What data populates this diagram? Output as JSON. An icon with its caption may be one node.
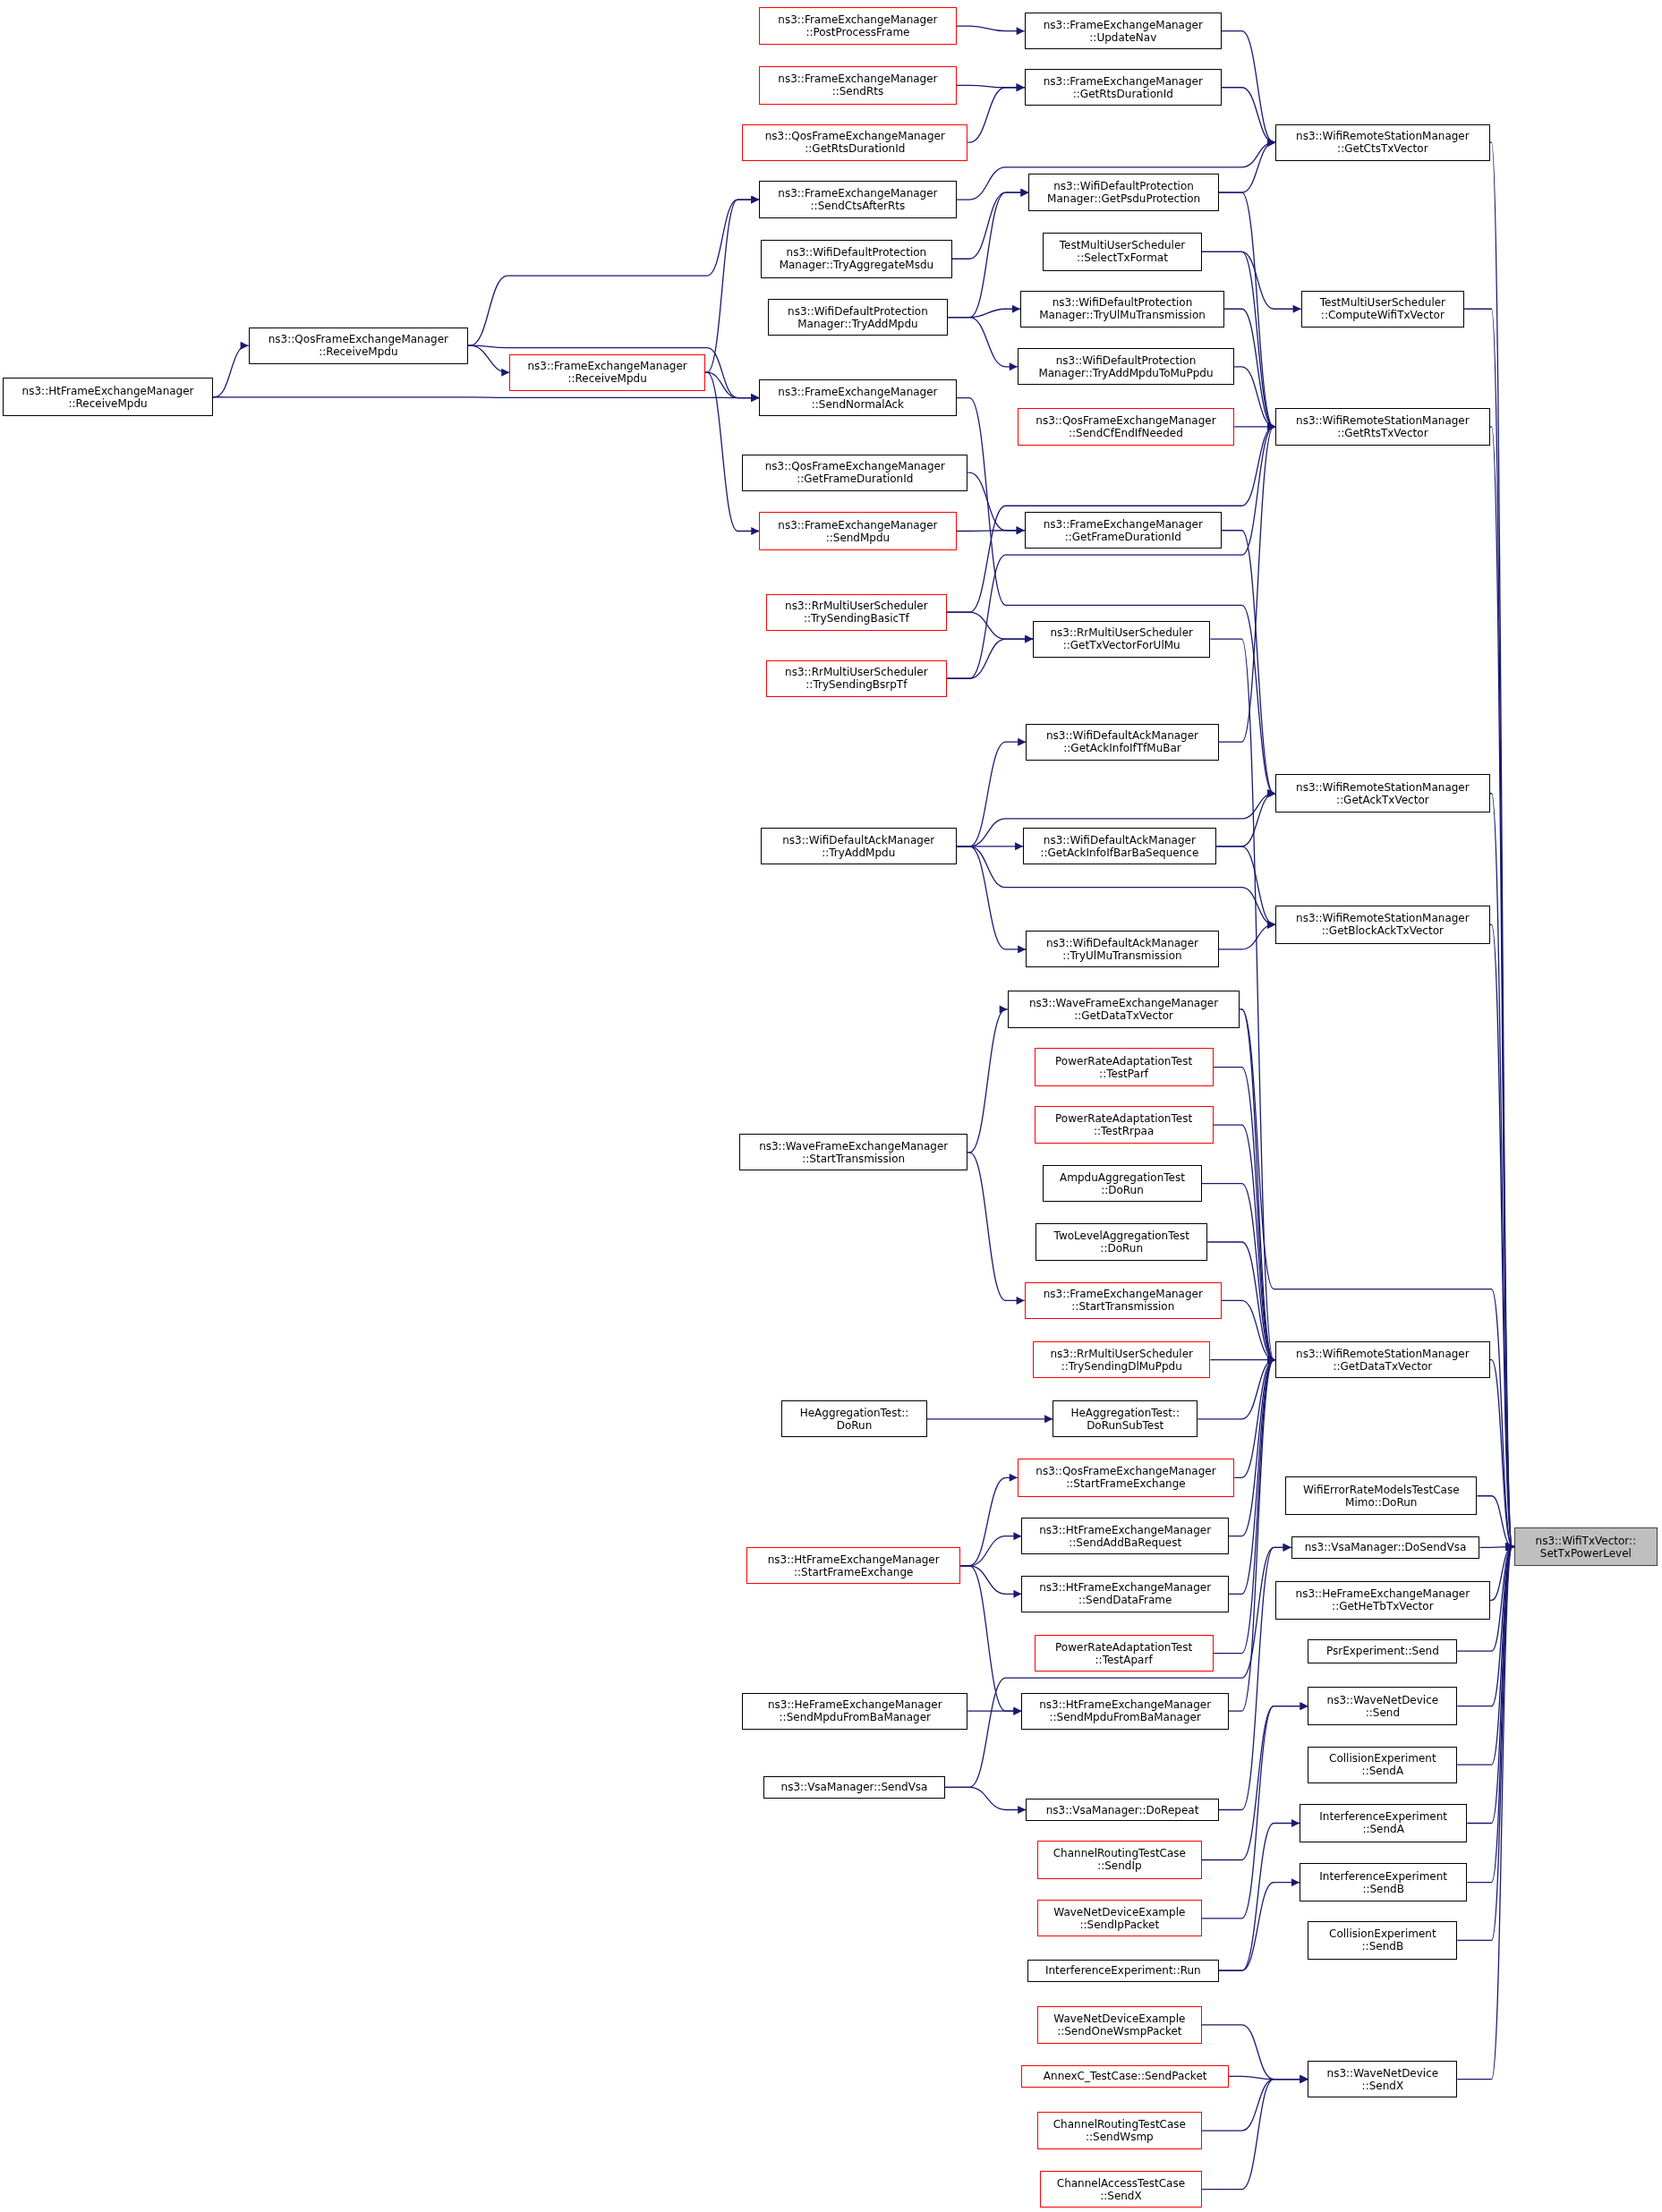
{
  "diagram": {
    "nodes": [
      {
        "text": [
          "ns3::HtFrameExchangeManager ::ReceiveMpdu"
        ]
      },
      {
        "text": [
          "ns3::QosFrameExchangeManager ::ReceiveMpdu"
        ]
      },
      {
        "text": [
          "ns3::FrameExchangeManager ::ReceiveMpdu"
        ]
      },
      {
        "text": [
          "ns3::FrameExchangeManager ::PostProcessFrame"
        ]
      },
      {
        "text": [
          "ns3::FrameExchangeManager ::SendRts"
        ]
      },
      {
        "text": [
          "ns3::QosFrameExchangeManager ::GetRtsDurationId"
        ]
      },
      {
        "text": [
          "ns3::FrameExchangeManager ::SendCtsAfterRts"
        ]
      },
      {
        "text": [
          "ns3::WifiDefaultProtection Manager::TryAggregateMsdu"
        ]
      },
      {
        "text": [
          "ns3::WifiDefaultProtection Manager::TryAddMpdu"
        ]
      },
      {
        "text": [
          "ns3::FrameExchangeManager ::SendNormalAck"
        ]
      },
      {
        "text": [
          "ns3::QosFrameExchangeManager ::GetFrameDurationId"
        ]
      },
      {
        "text": [
          "ns3::FrameExchangeManager ::SendMpdu"
        ]
      },
      {
        "text": [
          "ns3::RrMultiUserScheduler ::TrySendingBasicTf"
        ]
      },
      {
        "text": [
          "ns3::RrMultiUserScheduler ::TrySendingBsrpTf"
        ]
      },
      {
        "text": [
          "ns3::WifiDefaultAckManager ::TryAddMpdu"
        ]
      },
      {
        "text": [
          "ns3::WaveFrameExchangeManager ::StartTransmission"
        ]
      },
      {
        "text": [
          "HeAggregationTest:: DoRun"
        ]
      },
      {
        "text": [
          "ns3::HtFrameExchangeManager ::StartFrameExchange"
        ]
      },
      {
        "text": [
          "ns3::HeFrameExchangeManager ::SendMpduFromBaManager"
        ]
      },
      {
        "text": [
          "ns3::VsaManager::SendVsa"
        ]
      },
      {
        "text": [
          "ns3::FrameExchangeManager ::UpdateNav"
        ]
      },
      {
        "text": [
          "ns3::FrameExchangeManager ::GetRtsDurationId"
        ]
      },
      {
        "text": [
          "ns3::WifiDefaultProtection Manager::GetPsduProtection"
        ]
      },
      {
        "text": [
          "TestMultiUserScheduler ::SelectTxFormat"
        ]
      },
      {
        "text": [
          "ns3::WifiDefaultProtection Manager::TryUlMuTransmission"
        ]
      },
      {
        "text": [
          "ns3::WifiDefaultProtection Manager::TryAddMpduToMuPpdu"
        ]
      },
      {
        "text": [
          "ns3::QosFrameExchangeManager ::SendCfEndIfNeeded"
        ]
      },
      {
        "text": [
          "ns3::FrameExchangeManager ::GetFrameDurationId"
        ]
      },
      {
        "text": [
          "ns3::RrMultiUserScheduler ::GetTxVectorForUlMu"
        ]
      },
      {
        "text": [
          "ns3::WifiDefaultAckManager ::GetAckInfoIfTfMuBar"
        ]
      },
      {
        "text": [
          "ns3::WifiDefaultAckManager ::GetAckInfoIfBarBaSequence"
        ]
      },
      {
        "text": [
          "ns3::WifiDefaultAckManager ::TryUlMuTransmission"
        ]
      },
      {
        "text": [
          "ns3::WaveFrameExchangeManager ::GetDataTxVector"
        ]
      },
      {
        "text": [
          "PowerRateAdaptationTest ::TestParf"
        ]
      },
      {
        "text": [
          "PowerRateAdaptationTest ::TestRrpaa"
        ]
      },
      {
        "text": [
          "AmpduAggregationTest ::DoRun"
        ]
      },
      {
        "text": [
          "TwoLevelAggregationTest ::DoRun"
        ]
      },
      {
        "text": [
          "ns3::FrameExchangeManager ::StartTransmission"
        ]
      },
      {
        "text": [
          "ns3::RrMultiUserScheduler ::TrySendingDlMuPpdu"
        ]
      },
      {
        "text": [
          "HeAggregationTest:: DoRunSubTest"
        ]
      },
      {
        "text": [
          "ns3::QosFrameExchangeManager ::StartFrameExchange"
        ]
      },
      {
        "text": [
          "ns3::HtFrameExchangeManager ::SendAddBaRequest"
        ]
      },
      {
        "text": [
          "ns3::HtFrameExchangeManager ::SendDataFrame"
        ]
      },
      {
        "text": [
          "PowerRateAdaptationTest ::TestAparf"
        ]
      },
      {
        "text": [
          "ns3::HtFrameExchangeManager ::SendMpduFromBaManager"
        ]
      },
      {
        "text": [
          "ns3::VsaManager::DoRepeat"
        ]
      },
      {
        "text": [
          "ChannelRoutingTestCase ::SendIp"
        ]
      },
      {
        "text": [
          "WaveNetDeviceExample ::SendIpPacket"
        ]
      },
      {
        "text": [
          "InterferenceExperiment::Run"
        ]
      },
      {
        "text": [
          "WaveNetDeviceExample ::SendOneWsmpPacket"
        ]
      },
      {
        "text": [
          "AnnexC_TestCase::SendPacket"
        ]
      },
      {
        "text": [
          "ChannelRoutingTestCase ::SendWsmp"
        ]
      },
      {
        "text": [
          "ChannelAccessTestCase ::SendX"
        ]
      },
      {
        "text": [
          "ns3::WifiRemoteStationManager ::GetCtsTxVector"
        ]
      },
      {
        "text": [
          "TestMultiUserScheduler ::ComputeWifiTxVector"
        ]
      },
      {
        "text": [
          "ns3::WifiRemoteStationManager ::GetRtsTxVector"
        ]
      },
      {
        "text": [
          "ns3::WifiRemoteStationManager ::GetAckTxVector"
        ]
      },
      {
        "text": [
          "ns3::WifiRemoteStationManager ::GetBlockAckTxVector"
        ]
      },
      {
        "text": [
          "ns3::WifiRemoteStationManager ::GetDataTxVector"
        ]
      },
      {
        "text": [
          "WifiErrorRateModelsTestCase Mimo::DoRun"
        ]
      },
      {
        "text": [
          "ns3::VsaManager::DoSendVsa"
        ]
      },
      {
        "text": [
          "ns3::HeFrameExchangeManager ::GetHeTbTxVector"
        ]
      },
      {
        "text": [
          "PsrExperiment::Send"
        ]
      },
      {
        "text": [
          "ns3::WaveNetDevice ::Send"
        ]
      },
      {
        "text": [
          "CollisionExperiment ::SendA"
        ]
      },
      {
        "text": [
          "InterferenceExperiment ::SendA"
        ]
      },
      {
        "text": [
          "InterferenceExperiment ::SendB"
        ]
      },
      {
        "text": [
          "CollisionExperiment ::SendB"
        ]
      },
      {
        "text": [
          "ns3::WaveNetDevice ::SendX"
        ]
      },
      {
        "text": [
          "ns3::WifiTxVector:: SetTxPowerLevel"
        ]
      }
    ],
    "edges": [
      {
        "from": 0,
        "to": 1,
        "arrow": "to"
      },
      {
        "from": 0,
        "to": 9,
        "arrow": "to"
      },
      {
        "from": 1,
        "to": 2,
        "arrow": "to"
      },
      {
        "from": 1,
        "to": 6,
        "arrow": "to"
      },
      {
        "from": 1,
        "to": 9,
        "arrow": "to"
      },
      {
        "from": 2,
        "to": 6,
        "arrow": "to"
      },
      {
        "from": 2,
        "to": 9,
        "arrow": "to"
      },
      {
        "from": 2,
        "to": 11,
        "arrow": "to"
      },
      {
        "from": 3,
        "to": 20,
        "arrow": "to"
      },
      {
        "from": 4,
        "to": 21,
        "arrow": "to"
      },
      {
        "from": 5,
        "to": 21,
        "arrow": "to"
      },
      {
        "from": 6,
        "to": 53,
        "arrow": "to"
      },
      {
        "from": 7,
        "to": 22,
        "arrow": "to"
      },
      {
        "from": 8,
        "to": 22,
        "arrow": "to"
      },
      {
        "from": 8,
        "to": 24,
        "arrow": "to"
      },
      {
        "from": 8,
        "to": 25,
        "arrow": "to"
      },
      {
        "from": 9,
        "to": 56,
        "arrow": "to"
      },
      {
        "from": 10,
        "to": 27,
        "arrow": "to"
      },
      {
        "from": 11,
        "to": 27,
        "arrow": "to"
      },
      {
        "from": 12,
        "to": 28,
        "arrow": "to"
      },
      {
        "from": 12,
        "to": 55,
        "arrow": "to"
      },
      {
        "from": 13,
        "to": 28,
        "arrow": "to"
      },
      {
        "from": 13,
        "to": 55,
        "arrow": "to"
      },
      {
        "from": 14,
        "to": 29,
        "arrow": "to"
      },
      {
        "from": 14,
        "to": 56,
        "arrow": "to"
      },
      {
        "from": 14,
        "to": 30,
        "arrow": "to"
      },
      {
        "from": 14,
        "to": 57,
        "arrow": "to"
      },
      {
        "from": 14,
        "to": 31,
        "arrow": "to"
      },
      {
        "from": 15,
        "to": 32,
        "arrow": "to"
      },
      {
        "from": 15,
        "to": 37,
        "arrow": "to"
      },
      {
        "from": 16,
        "to": 39,
        "arrow": "to"
      },
      {
        "from": 17,
        "to": 40,
        "arrow": "to"
      },
      {
        "from": 17,
        "to": 41,
        "arrow": "to"
      },
      {
        "from": 17,
        "to": 42,
        "arrow": "to"
      },
      {
        "from": 17,
        "to": 44,
        "arrow": "to"
      },
      {
        "from": 18,
        "to": 44,
        "arrow": "to"
      },
      {
        "from": 19,
        "to": 45,
        "arrow": "to"
      },
      {
        "from": 19,
        "to": 60,
        "arrow": "to"
      },
      {
        "from": 20,
        "to": 53,
        "arrow": "to"
      },
      {
        "from": 21,
        "to": 53,
        "arrow": "to"
      },
      {
        "from": 22,
        "to": 53,
        "arrow": "to"
      },
      {
        "from": 22,
        "to": 55,
        "arrow": "to"
      },
      {
        "from": 23,
        "to": 55,
        "arrow": "to"
      },
      {
        "from": 23,
        "to": 54,
        "arrow": "to"
      },
      {
        "from": 24,
        "to": 55,
        "arrow": "to"
      },
      {
        "from": 25,
        "to": 55,
        "arrow": "to"
      },
      {
        "from": 26,
        "to": 55,
        "arrow": "to"
      },
      {
        "from": 27,
        "to": 56,
        "arrow": "to"
      },
      {
        "from": 28,
        "to": 58,
        "arrow": "to"
      },
      {
        "from": 29,
        "to": 55,
        "arrow": "to"
      },
      {
        "from": 30,
        "to": 56,
        "arrow": "to"
      },
      {
        "from": 30,
        "to": 57,
        "arrow": "to"
      },
      {
        "from": 31,
        "to": 57,
        "arrow": "to"
      },
      {
        "from": 32,
        "to": 58,
        "arrow": "to"
      },
      {
        "from": 32,
        "to": 69,
        "arrow": "to"
      },
      {
        "from": 33,
        "to": 58,
        "arrow": "to"
      },
      {
        "from": 34,
        "to": 58,
        "arrow": "to"
      },
      {
        "from": 35,
        "to": 58,
        "arrow": "to"
      },
      {
        "from": 36,
        "to": 58,
        "arrow": "to"
      },
      {
        "from": 37,
        "to": 58,
        "arrow": "to"
      },
      {
        "from": 38,
        "to": 58,
        "arrow": "to"
      },
      {
        "from": 39,
        "to": 58,
        "arrow": "to"
      },
      {
        "from": 40,
        "to": 58,
        "arrow": "to"
      },
      {
        "from": 41,
        "to": 58,
        "arrow": "to"
      },
      {
        "from": 42,
        "to": 58,
        "arrow": "to"
      },
      {
        "from": 43,
        "to": 58,
        "arrow": "to"
      },
      {
        "from": 44,
        "to": 58,
        "arrow": "to"
      },
      {
        "from": 45,
        "to": 60,
        "arrow": "to"
      },
      {
        "from": 46,
        "to": 63,
        "arrow": "to"
      },
      {
        "from": 47,
        "to": 63,
        "arrow": "to"
      },
      {
        "from": 48,
        "to": 65,
        "arrow": "to"
      },
      {
        "from": 48,
        "to": 66,
        "arrow": "to"
      },
      {
        "from": 49,
        "to": 68,
        "arrow": "to"
      },
      {
        "from": 50,
        "to": 68,
        "arrow": "to"
      },
      {
        "from": 51,
        "to": 68,
        "arrow": "to"
      },
      {
        "from": 52,
        "to": 68,
        "arrow": "to"
      },
      {
        "from": 53,
        "to": 69,
        "arrow": "to"
      },
      {
        "from": 54,
        "to": 69,
        "arrow": "to"
      },
      {
        "from": 55,
        "to": 69,
        "arrow": "to"
      },
      {
        "from": 56,
        "to": 69,
        "arrow": "to"
      },
      {
        "from": 57,
        "to": 69,
        "arrow": "to"
      },
      {
        "from": 58,
        "to": 69,
        "arrow": "to"
      },
      {
        "from": 59,
        "to": 69,
        "arrow": "to"
      },
      {
        "from": 60,
        "to": 69,
        "arrow": "to"
      },
      {
        "from": 61,
        "to": 69,
        "arrow": "to"
      },
      {
        "from": 62,
        "to": 69,
        "arrow": "to"
      },
      {
        "from": 63,
        "to": 69,
        "arrow": "to"
      },
      {
        "from": 64,
        "to": 69,
        "arrow": "to"
      },
      {
        "from": 65,
        "to": 69,
        "arrow": "to"
      },
      {
        "from": 66,
        "to": 69,
        "arrow": "to"
      },
      {
        "from": 67,
        "to": 69,
        "arrow": "to"
      },
      {
        "from": 68,
        "to": 69,
        "arrow": "to"
      }
    ]
  }
}
